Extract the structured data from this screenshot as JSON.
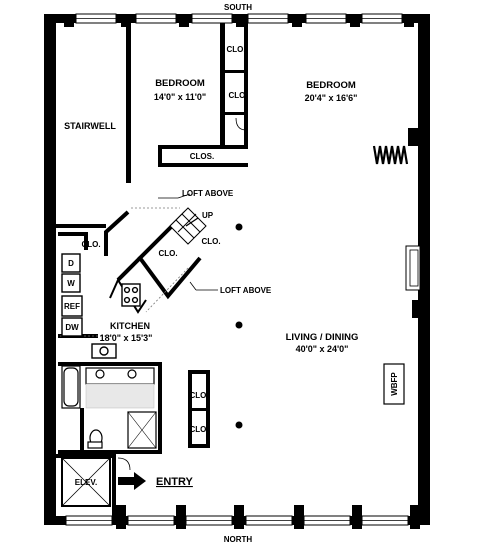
{
  "compass": {
    "top": "SOUTH",
    "bottom": "NORTH"
  },
  "rooms": {
    "stairwell": "STAIRWELL",
    "bedroom1": {
      "name": "BEDROOM",
      "dims": "14'0\" x 11'0\""
    },
    "bedroom2": {
      "name": "BEDROOM",
      "dims": "20'4\" x 16'6\""
    },
    "kitchen": {
      "name": "KITCHEN",
      "dims": "18'0\" x 15'3\""
    },
    "living": {
      "name": "LIVING / DINING",
      "dims": "40'0\" x 24'0\""
    },
    "elevator": "ELEV."
  },
  "closets": {
    "clo_top": "CLO.",
    "clo_mid": "CLO.",
    "clos_bottom": "CLOS.",
    "clo_stair": "CLO.",
    "clo_left": "CLO.",
    "clo_kitchen": "CLO.",
    "clo_living_1": "CLO.",
    "clo_living_2": "CLO."
  },
  "annotations": {
    "loft_above_1": "LOFT ABOVE",
    "loft_above_2": "LOFT ABOVE",
    "up": "UP",
    "wbfp": "WBFP",
    "entry": "ENTRY"
  },
  "appliances": {
    "d": "D",
    "w": "W",
    "ref": "REF",
    "dw": "DW"
  }
}
